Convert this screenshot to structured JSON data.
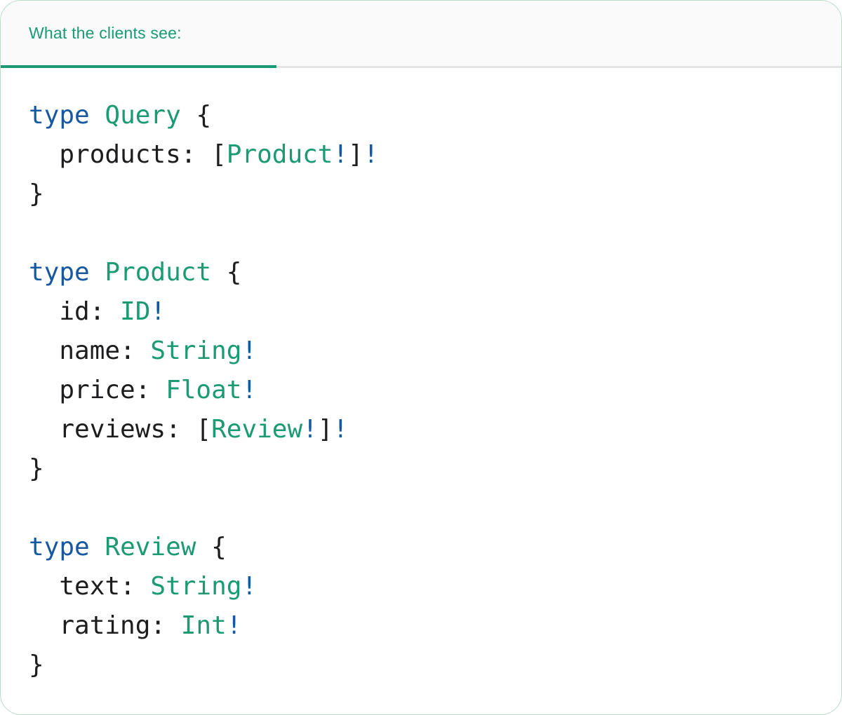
{
  "colors": {
    "accent_teal": "#1b9a74",
    "keyword_blue": "#1659a0",
    "text_dark": "#1d1d1f",
    "header_background": "#fafafa",
    "header_divider": "#e4e4e4",
    "card_border": "#b9dcc9",
    "background": "#ffffff"
  },
  "header": {
    "tab_label": "What the clients see:"
  },
  "code": {
    "language": "graphql",
    "lines": [
      [
        {
          "t": "keyword",
          "v": "type"
        },
        {
          "t": "plain",
          "v": " "
        },
        {
          "t": "typename",
          "v": "Query"
        },
        {
          "t": "plain",
          "v": " {"
        }
      ],
      [
        {
          "t": "plain",
          "v": "  products: ["
        },
        {
          "t": "typename",
          "v": "Product"
        },
        {
          "t": "bang",
          "v": "!"
        },
        {
          "t": "plain",
          "v": "]"
        },
        {
          "t": "bang",
          "v": "!"
        }
      ],
      [
        {
          "t": "plain",
          "v": "}"
        }
      ],
      [],
      [
        {
          "t": "keyword",
          "v": "type"
        },
        {
          "t": "plain",
          "v": " "
        },
        {
          "t": "typename",
          "v": "Product"
        },
        {
          "t": "plain",
          "v": " {"
        }
      ],
      [
        {
          "t": "plain",
          "v": "  id: "
        },
        {
          "t": "typename",
          "v": "ID"
        },
        {
          "t": "bang",
          "v": "!"
        }
      ],
      [
        {
          "t": "plain",
          "v": "  name: "
        },
        {
          "t": "typename",
          "v": "String"
        },
        {
          "t": "bang",
          "v": "!"
        }
      ],
      [
        {
          "t": "plain",
          "v": "  price: "
        },
        {
          "t": "typename",
          "v": "Float"
        },
        {
          "t": "bang",
          "v": "!"
        }
      ],
      [
        {
          "t": "plain",
          "v": "  reviews: ["
        },
        {
          "t": "typename",
          "v": "Review"
        },
        {
          "t": "bang",
          "v": "!"
        },
        {
          "t": "plain",
          "v": "]"
        },
        {
          "t": "bang",
          "v": "!"
        }
      ],
      [
        {
          "t": "plain",
          "v": "}"
        }
      ],
      [],
      [
        {
          "t": "keyword",
          "v": "type"
        },
        {
          "t": "plain",
          "v": " "
        },
        {
          "t": "typename",
          "v": "Review"
        },
        {
          "t": "plain",
          "v": " {"
        }
      ],
      [
        {
          "t": "plain",
          "v": "  text: "
        },
        {
          "t": "typename",
          "v": "String"
        },
        {
          "t": "bang",
          "v": "!"
        }
      ],
      [
        {
          "t": "plain",
          "v": "  rating: "
        },
        {
          "t": "typename",
          "v": "Int"
        },
        {
          "t": "bang",
          "v": "!"
        }
      ],
      [
        {
          "t": "plain",
          "v": "}"
        }
      ]
    ]
  }
}
